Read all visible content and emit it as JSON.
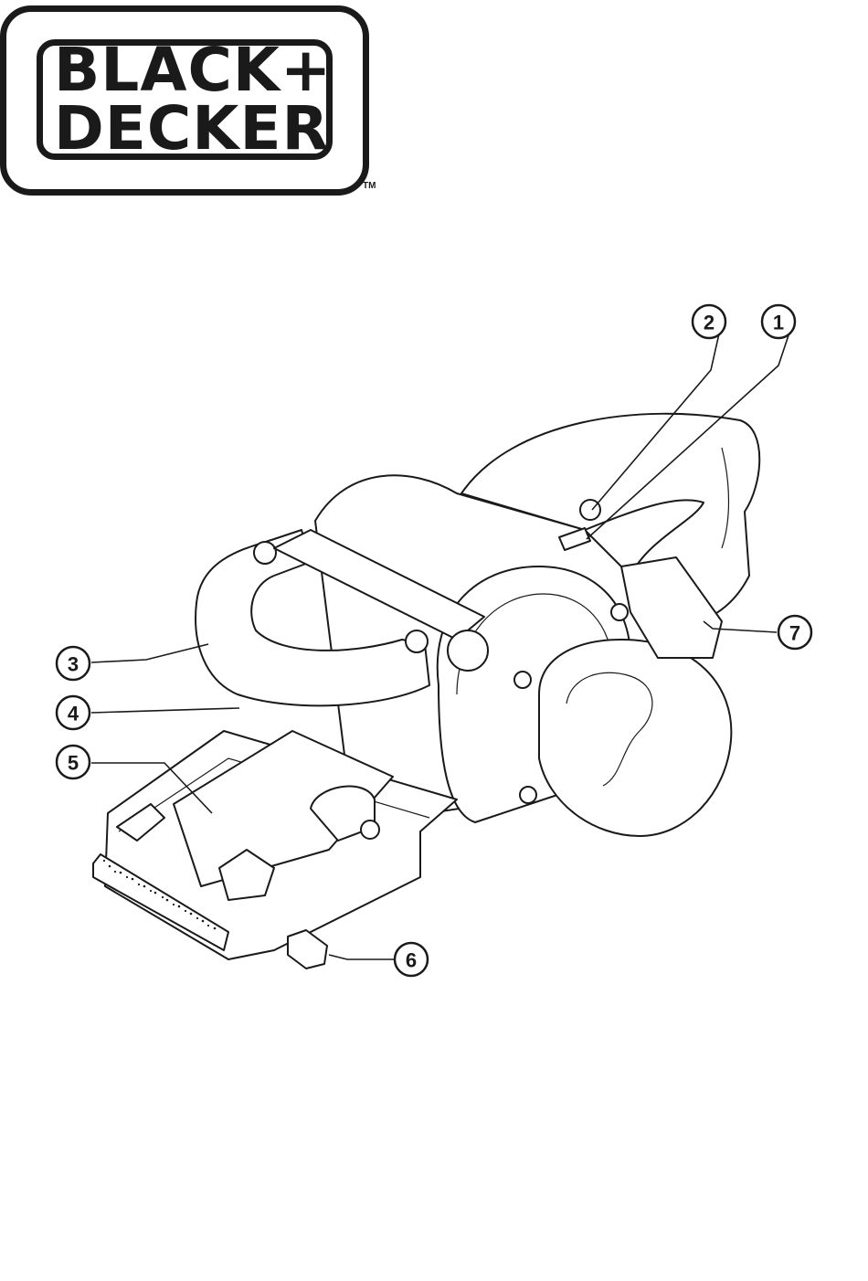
{
  "logo": {
    "line1": "BLACK+",
    "line2": "DECKER",
    "trademark": "TM"
  },
  "callouts": [
    {
      "id": "1",
      "label": "1"
    },
    {
      "id": "2",
      "label": "2"
    },
    {
      "id": "3",
      "label": "3"
    },
    {
      "id": "4",
      "label": "4"
    },
    {
      "id": "5",
      "label": "5"
    },
    {
      "id": "6",
      "label": "6"
    },
    {
      "id": "7",
      "label": "7"
    }
  ],
  "colors": {
    "ink": "#1a1a1a",
    "paper": "#ffffff"
  }
}
